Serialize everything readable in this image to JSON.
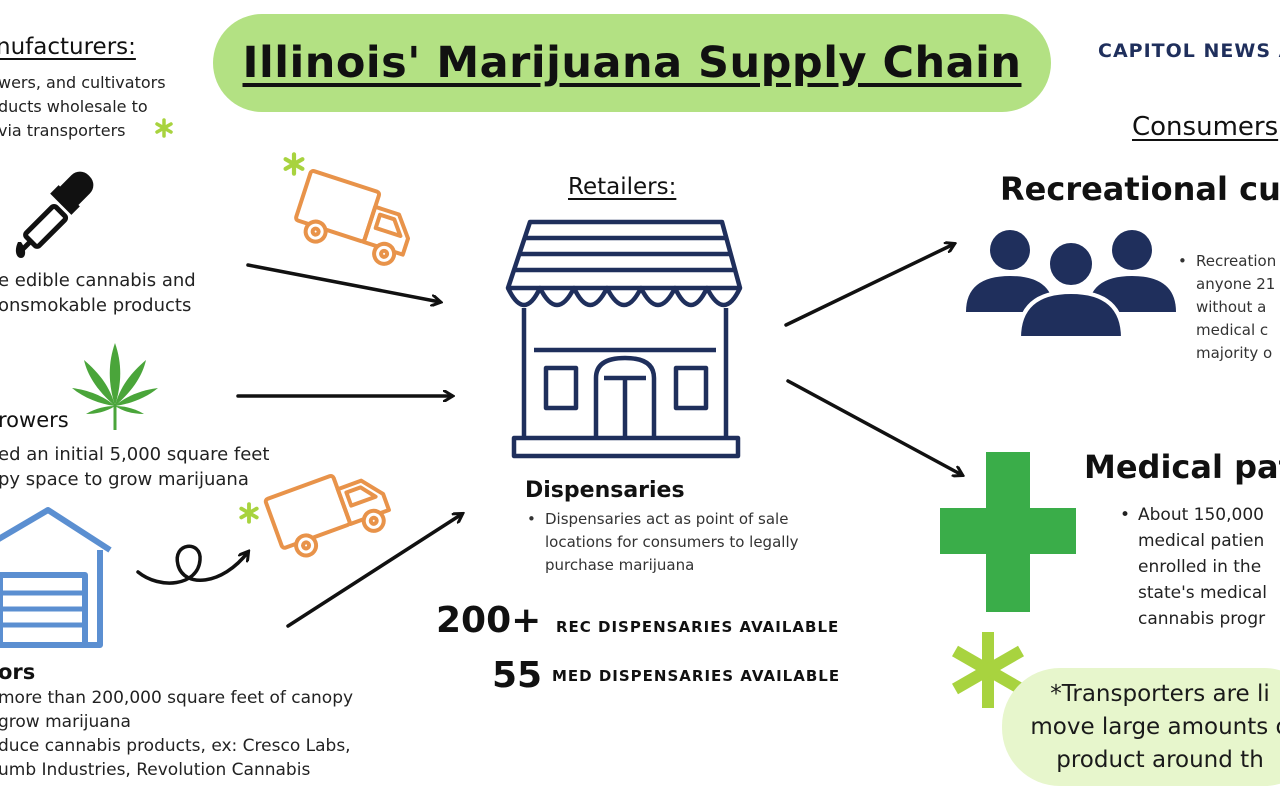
{
  "title": "Illinois' Marijuana Supply Chain",
  "brand": "CAPITOL NEWS A",
  "manufacturers": {
    "heading": "nufacturers:",
    "desc": [
      "wers, and cultivators",
      "ducts wholesale to",
      "via transporters"
    ]
  },
  "infusers": {
    "desc": [
      "e edible cannabis and",
      "onsmokable products"
    ]
  },
  "growers": {
    "heading": "rowers",
    "desc": [
      "ed an initial 5,000 square feet",
      "py space to grow marijuana"
    ]
  },
  "cultivators": {
    "heading": "ors",
    "desc": [
      "more than 200,000 square feet of canopy",
      "grow marijuana",
      "duce cannabis products, ex: Cresco Labs,",
      "umb Industries, Revolution Cannabis"
    ]
  },
  "retailers": {
    "heading": "Retailers:",
    "name": "Dispensaries",
    "desc": [
      "Dispensaries act as point of sale",
      "locations for consumers to legally",
      "purchase marijuana"
    ]
  },
  "stats": [
    {
      "number": "200+",
      "label": "REC DISPENSARIES AVAILABLE"
    },
    {
      "number": "55",
      "label": "MED DISPENSARIES AVAILABLE"
    }
  ],
  "consumers": {
    "heading": "Consumers",
    "recreational": {
      "heading": "Recreational cus",
      "desc": [
        "Recreation",
        "anyone 21",
        "without a",
        "medical c",
        "majority o"
      ]
    },
    "medical": {
      "heading": "Medical pat",
      "desc": [
        "About 150,000",
        "medical patien",
        "enrolled in the",
        "state's medical",
        "cannabis progr"
      ]
    }
  },
  "transporters_note": [
    "*Transporters are li",
    "move large amounts o",
    "product around th"
  ],
  "colors": {
    "title_bg": "#b3e183",
    "truck": "#e8934a",
    "navy": "#1f2f5c",
    "asterisk": "#a8d33f",
    "medical_cross": "#3aad49",
    "warehouse": "#5b8fd1",
    "note_bg": "#e7f6cc"
  },
  "icons": [
    "dropper-icon",
    "cannabis-leaf-icon",
    "warehouse-icon",
    "truck-icon",
    "store-icon",
    "people-icon",
    "medical-cross-icon",
    "asterisk-icon",
    "arrow-icon"
  ]
}
